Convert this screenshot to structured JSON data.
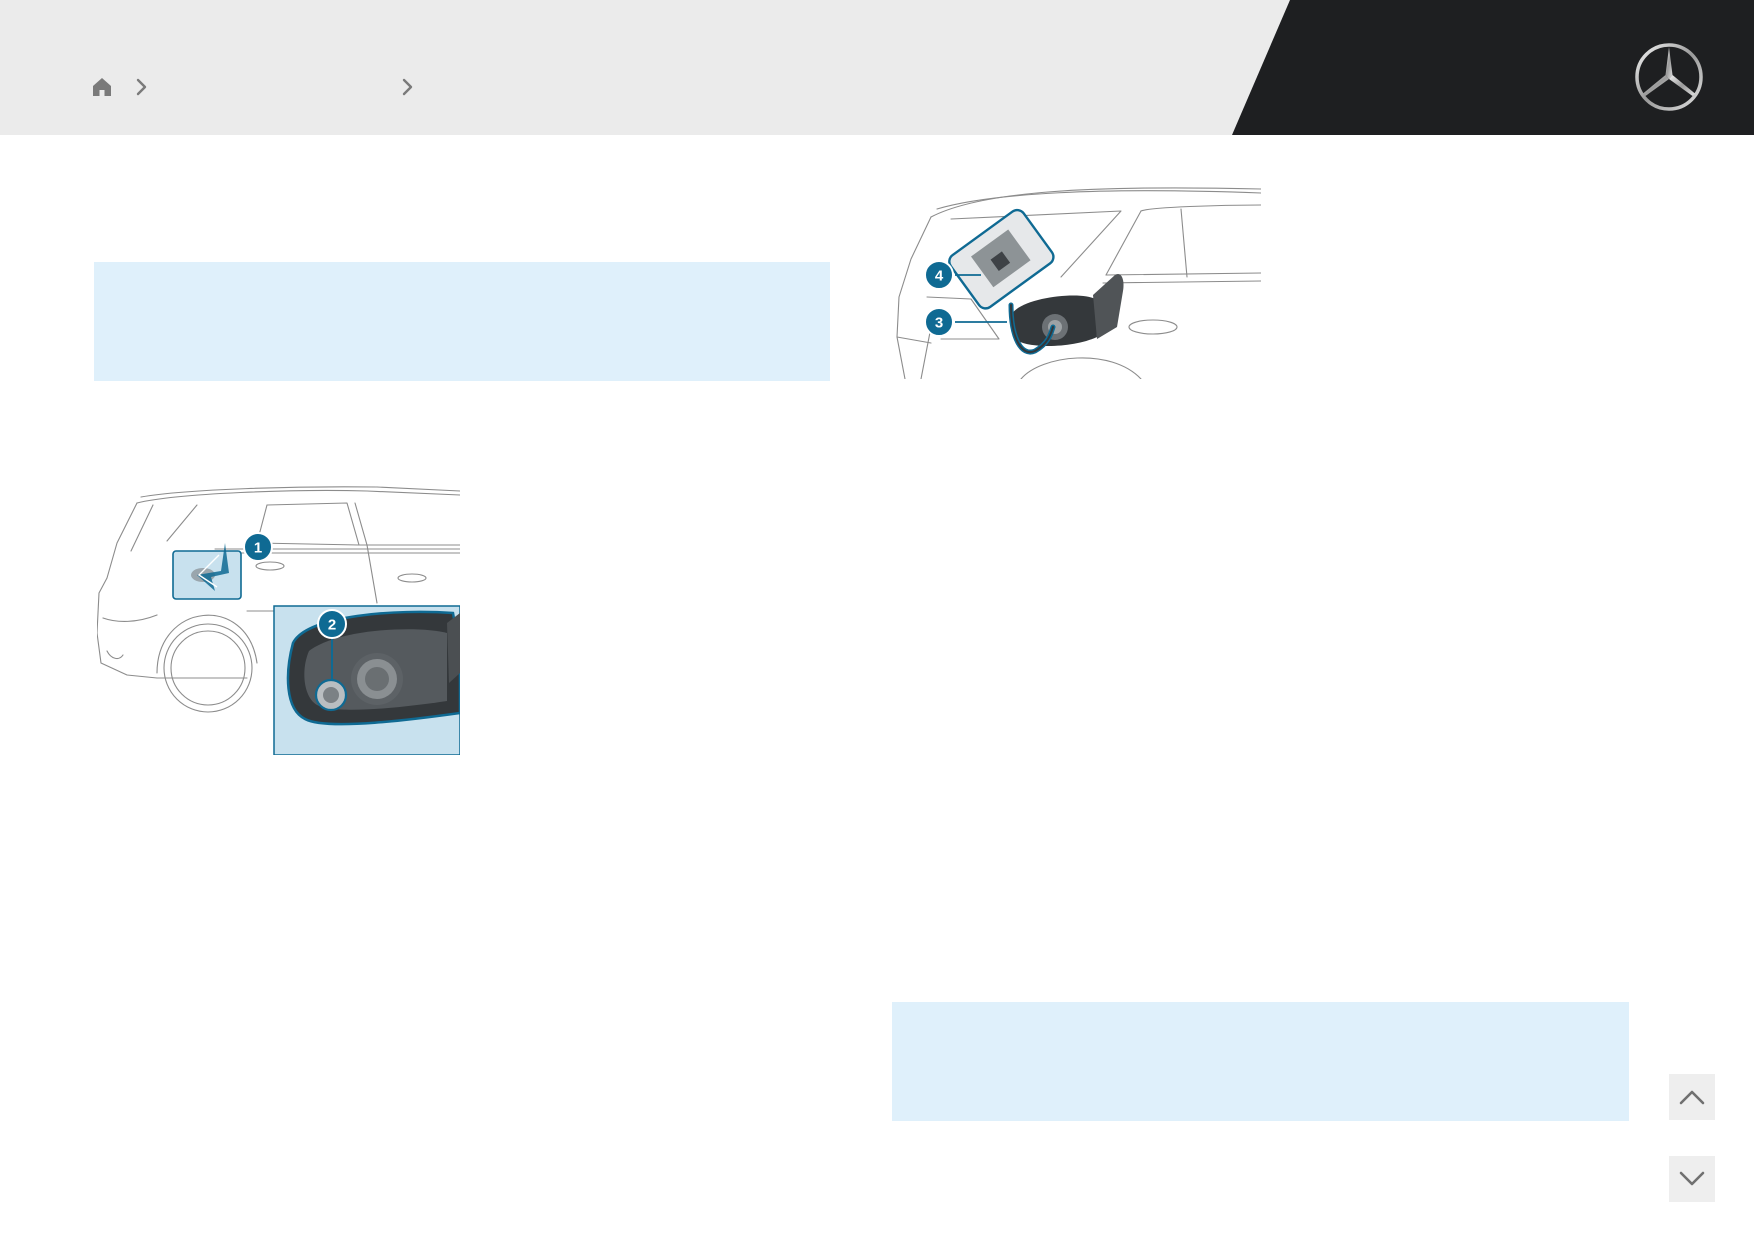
{
  "header": {
    "breadcrumb": {
      "home_icon": "home-icon",
      "separator_icon": "chevron-right-icon",
      "level1": "",
      "level2": ""
    },
    "brand_logo_icon": "three-pointed-star-logo",
    "colors": {
      "header_bg": "#ebebeb",
      "header_dark": "#1e1f21",
      "info_box_bg": "#dff0fb",
      "callout_blue": "#0f6a93",
      "highlight_blue": "#c8e1ee"
    }
  },
  "content": {
    "info_box_top": "",
    "info_box_bottom": "",
    "illustration_left": {
      "callouts": [
        "1",
        "2"
      ]
    },
    "illustration_right": {
      "callouts": [
        "4",
        "3"
      ]
    }
  },
  "nav": {
    "up_icon": "chevron-up-icon",
    "down_icon": "chevron-down-icon"
  }
}
